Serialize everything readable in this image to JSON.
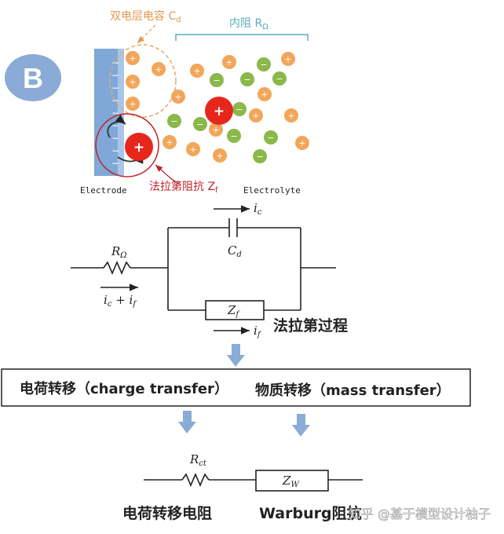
{
  "badge": {
    "letter": "B"
  },
  "top_diagram": {
    "double_layer_label": "双电层电容 C",
    "double_layer_sub": "d",
    "internal_resistance_label": "内阻 R",
    "internal_resistance_sub": "Ω",
    "electrode_label": "Electrode",
    "electrolyte_label": "Electrolyte",
    "faradaic_label": "法拉第阻抗 Z",
    "faradaic_sub": "f",
    "plus": "+",
    "minus": "−"
  },
  "circuit1": {
    "r_omega": "R",
    "r_omega_sub": "Ω",
    "cd": "C",
    "cd_sub": "d",
    "zf": "Z",
    "zf_sub": "f",
    "ic": "i",
    "ic_sub": "c",
    "if": "i",
    "if_sub": "f",
    "ic_plus_if": "i",
    "ic_plus_if_sub1": "c",
    "ic_plus_if_mid": " + i",
    "ic_plus_if_sub2": "f",
    "faradaic_process": "法拉第过程"
  },
  "process_box": {
    "charge_transfer": "电荷转移（charge transfer）",
    "mass_transfer": "物质转移（mass transfer）"
  },
  "circuit2": {
    "rct": "R",
    "rct_sub": "ct",
    "zw": "Z",
    "zw_sub": "W",
    "charge_transfer_resistance": "电荷转移电阻",
    "warburg": "Warburg阻抗"
  },
  "watermark": "知乎 @基于模型设计柚子",
  "colors": {
    "electrode": "#7fa8d8",
    "orange_ion": "#f2a65a",
    "green_ion": "#8ab84a",
    "red_ion": "#e8271c",
    "teal": "#5aaeb8",
    "badge": "#8aabd6",
    "arrow": "#8aabd6"
  }
}
